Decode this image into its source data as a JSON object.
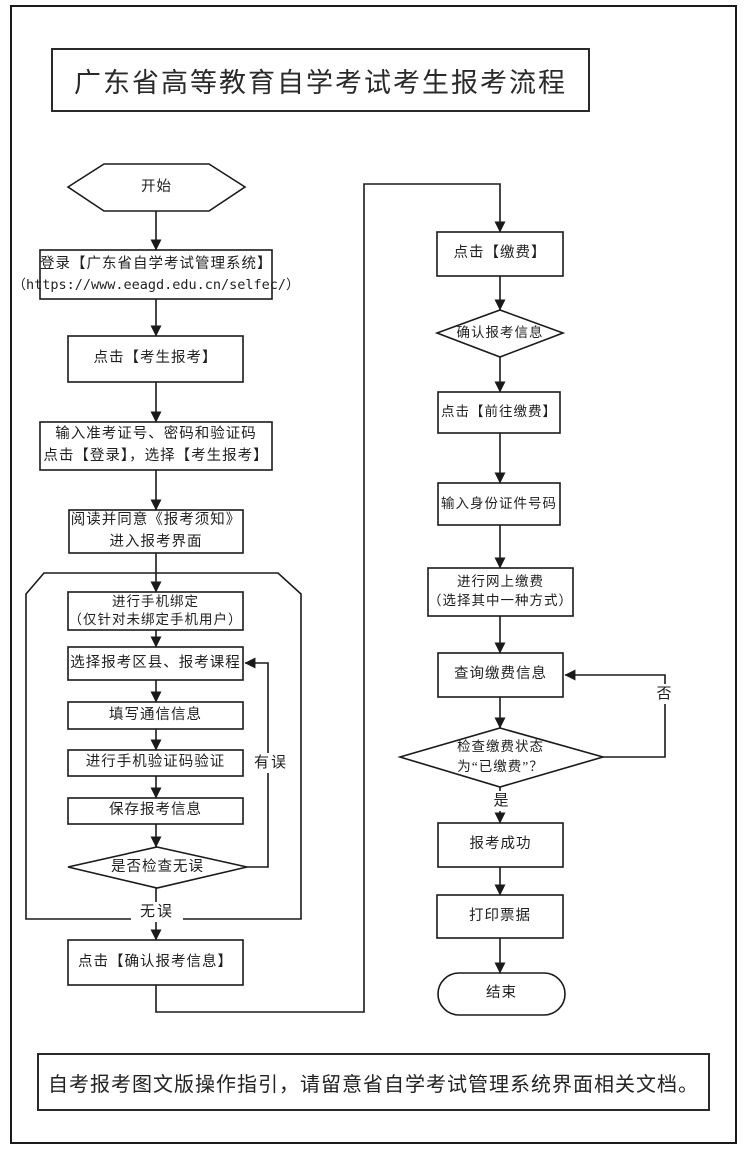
{
  "title": "广东省高等教育自学考试考生报考流程",
  "footer": {
    "note": "自考报考图文版操作指引，请留意省自学考试管理系统界面相关文档。"
  },
  "nodes": {
    "start": {
      "label": "开始"
    },
    "login": {
      "line1": "登录【广东省自学考试管理系统】",
      "line2": "（https://www.eeagd.edu.cn/selfec/）"
    },
    "candidate_register": {
      "label": "点击【考生报考】"
    },
    "enter_credentials": {
      "line1": "输入准考证号、密码和验证码",
      "line2": "点击【登录】，选择【考生报考】"
    },
    "read_notice": {
      "line1": "阅读并同意《报考须知》",
      "line2": "进入报考界面"
    },
    "bind_phone": {
      "line1": "进行手机绑定",
      "line2": "（仅针对未绑定手机用户）"
    },
    "select_courses": {
      "label": "选择报考区县、报考课程"
    },
    "fill_contact": {
      "label": "填写通信信息"
    },
    "verify_phone": {
      "label": "进行手机验证码验证"
    },
    "save_info": {
      "label": "保存报考信息"
    },
    "check_ok": {
      "label": "是否检查无误"
    },
    "confirm_info": {
      "label": "点击【确认报考信息】"
    },
    "pay": {
      "label": "点击【缴费】"
    },
    "confirm_exam_info": {
      "label": "确认报考信息"
    },
    "go_pay": {
      "label": "点击【前往缴费】"
    },
    "enter_id": {
      "label": "输入身份证件号码"
    },
    "online_pay": {
      "line1": "进行网上缴费",
      "line2": "（选择其中一种方式）"
    },
    "query_payment": {
      "label": "查询缴费信息"
    },
    "check_paid": {
      "line1": "检查缴费状态",
      "line2": "为“已缴费”？"
    },
    "register_success": {
      "label": "报考成功"
    },
    "print_receipt": {
      "label": "打印票据"
    },
    "end": {
      "label": "结束"
    }
  },
  "edge_labels": {
    "no_error": "无误",
    "has_error": "有误",
    "yes": "是",
    "no": "否"
  },
  "colors": {
    "line": "#1a1a1a",
    "background": "#ffffff"
  }
}
